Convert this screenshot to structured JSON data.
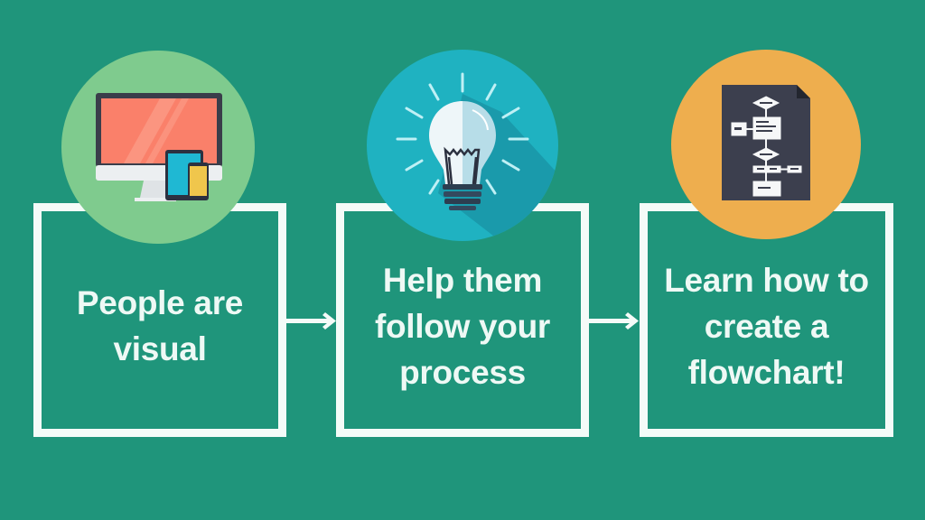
{
  "colors": {
    "background": "#1f957b",
    "box_border": "#f4fbf8",
    "text": "#eef9f5",
    "circle_green": "#7fcb8e",
    "circle_teal": "#1fb2c1",
    "circle_orange": "#eeae4e",
    "monitor_screen": "#fa806a",
    "document_dark": "#3c3f4e"
  },
  "steps": [
    {
      "icon": "monitor-devices-icon",
      "label_lines": [
        "People are",
        "visual"
      ]
    },
    {
      "icon": "lightbulb-icon",
      "label_lines": [
        "Help them",
        "follow your",
        "process"
      ]
    },
    {
      "icon": "flowchart-document-icon",
      "label_lines": [
        "Learn how to",
        "create a",
        "flowchart!"
      ]
    }
  ],
  "connectors": [
    {
      "from": 1,
      "to": 2,
      "type": "arrow-right"
    },
    {
      "from": 2,
      "to": 3,
      "type": "arrow-right"
    }
  ]
}
